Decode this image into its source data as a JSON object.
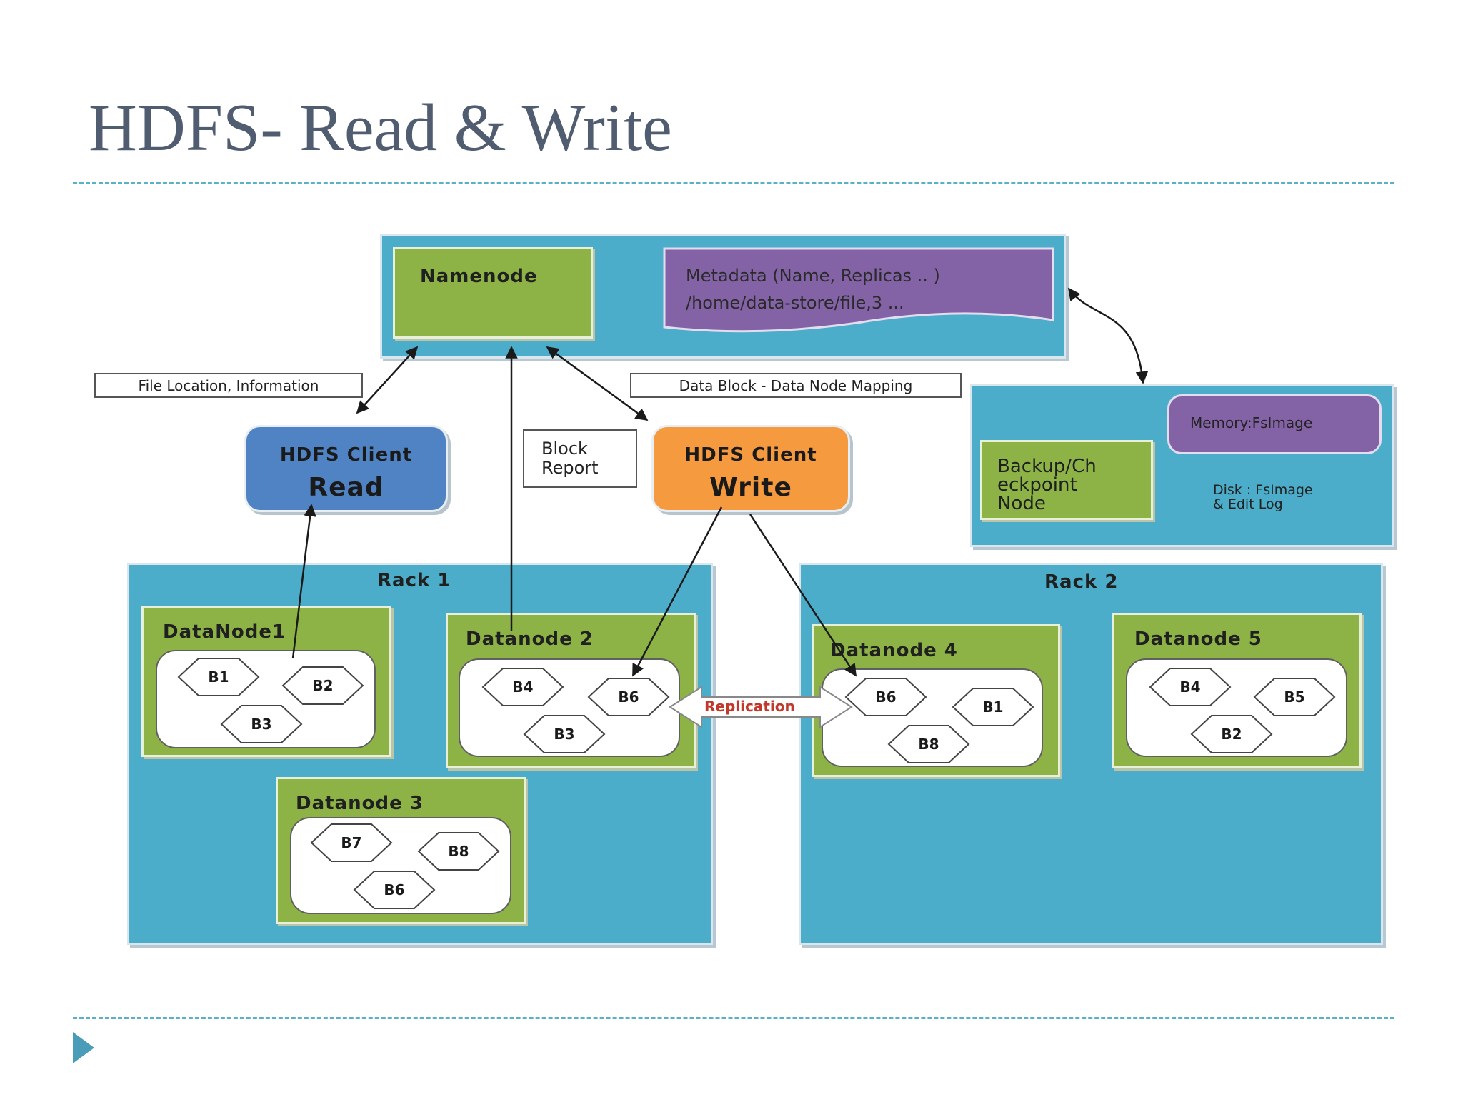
{
  "title": "HDFS- Read & Write",
  "namenode": {
    "label": "Namenode",
    "metadata_line1": "Metadata (Name, Replicas .. )",
    "metadata_line2": "/home/data-store/file,3 ..."
  },
  "callouts": {
    "file_location": "File Location, Information",
    "data_block_mapping": "Data Block - Data Node Mapping",
    "block_report_line1": "Block",
    "block_report_line2": "Report"
  },
  "clients": {
    "read": {
      "line1": "HDFS Client",
      "line2": "Read"
    },
    "write": {
      "line1": "HDFS Client",
      "line2": "Write"
    }
  },
  "backup": {
    "node_line1": "Backup/Ch",
    "node_line2": "eckpoint",
    "node_line3": "Node",
    "memory": "Memory:FsImage",
    "disk_line1": "Disk  :  FsImage",
    "disk_line2": "& Edit Log"
  },
  "replication": "Replication",
  "racks": {
    "rack1": "Rack 1",
    "rack2": "Rack 2"
  },
  "datanodes": {
    "dn1": {
      "label": "DataNode1",
      "blocks": [
        "B1",
        "B2",
        "B3"
      ]
    },
    "dn2": {
      "label": "Datanode 2",
      "blocks": [
        "B4",
        "B6",
        "B3"
      ]
    },
    "dn3": {
      "label": "Datanode 3",
      "blocks": [
        "B7",
        "B8",
        "B6"
      ]
    },
    "dn4": {
      "label": "Datanode 4",
      "blocks": [
        "B6",
        "B1",
        "B8"
      ]
    },
    "dn5": {
      "label": "Datanode 5",
      "blocks": [
        "B4",
        "B5",
        "B2"
      ]
    }
  },
  "colors": {
    "rack_blue": "#4badc9",
    "node_green": "#8db347",
    "metadata_purple": "#8363a6",
    "read_blue": "#4f83c4",
    "write_orange": "#f59a3e",
    "replication_red": "#c0392b"
  }
}
